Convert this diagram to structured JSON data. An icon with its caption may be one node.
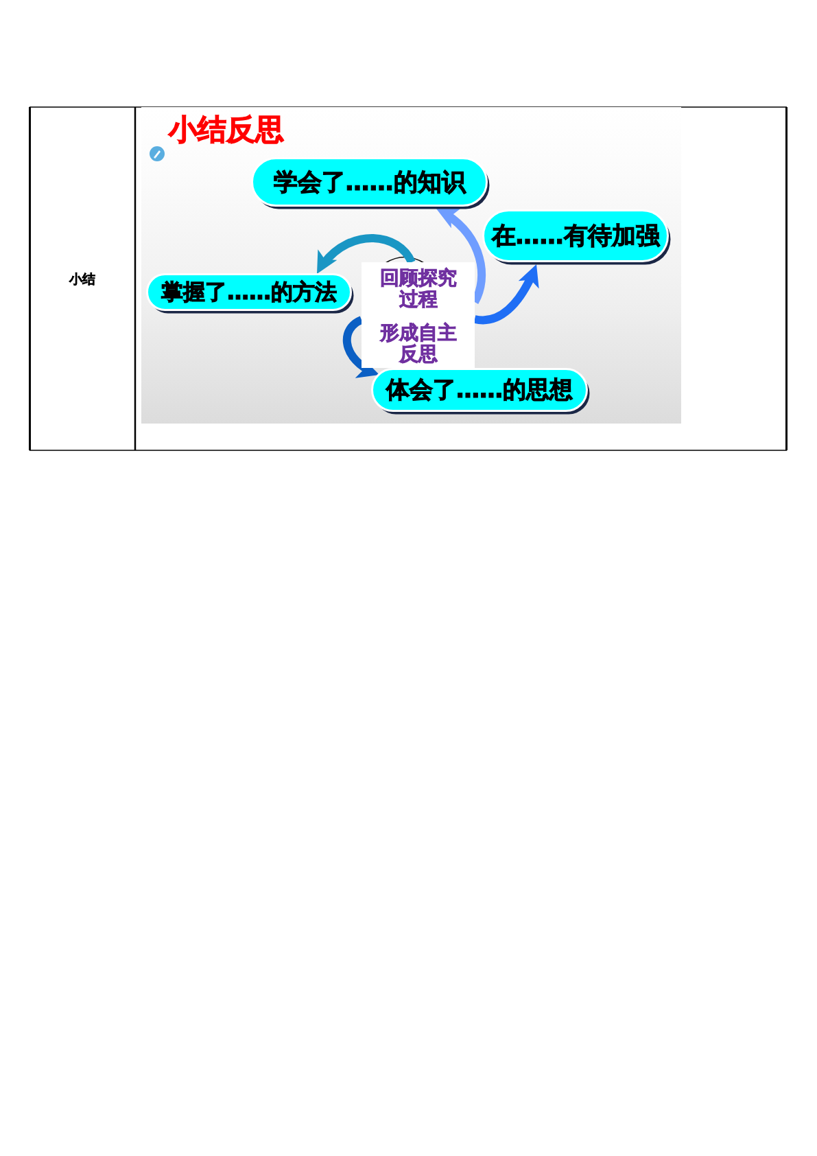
{
  "diagram": {
    "title": "小结反思",
    "nodes": [
      {
        "text": [
          "学会了……的知识"
        ]
      },
      {
        "text": [
          "在……有待加强"
        ]
      },
      {
        "text": [
          "掌握了……的方法"
        ]
      },
      {
        "text": [
          "回顾探究过程",
          "形成自主反思"
        ]
      },
      {
        "text": [
          "体会了……的思想"
        ]
      }
    ],
    "edges": [
      {
        "from": 3,
        "to": 0,
        "arrow": "to",
        "color": "#6f9dff"
      },
      {
        "from": 3,
        "to": 1,
        "arrow": "to",
        "color": "#1f6ef5"
      },
      {
        "from": 3,
        "to": 2,
        "arrow": "to",
        "color": "#1a96c4"
      },
      {
        "from": 3,
        "to": 4,
        "arrow": "to",
        "color": "#0b5fc4"
      }
    ],
    "labels": [
      "小结"
    ]
  }
}
